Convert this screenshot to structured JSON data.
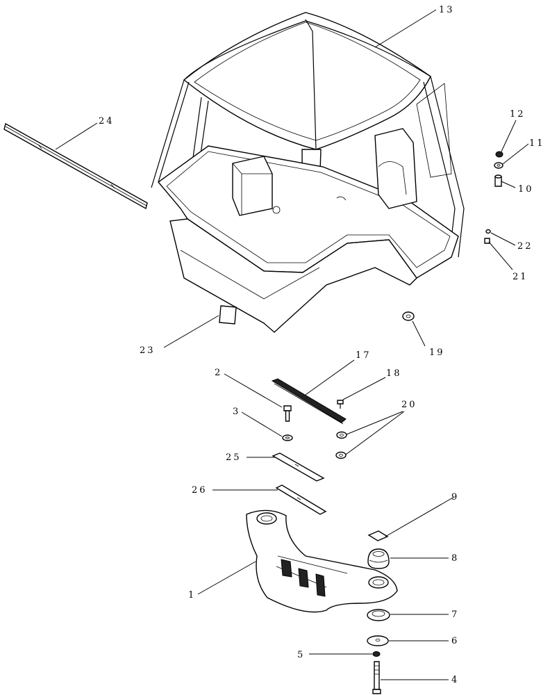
{
  "callouts": [
    {
      "id": "1",
      "text": "1"
    },
    {
      "id": "2",
      "text": "2"
    },
    {
      "id": "3",
      "text": "3"
    },
    {
      "id": "4",
      "text": "4"
    },
    {
      "id": "5",
      "text": "5"
    },
    {
      "id": "6",
      "text": "6"
    },
    {
      "id": "7",
      "text": "7"
    },
    {
      "id": "8",
      "text": "8"
    },
    {
      "id": "9",
      "text": "9"
    },
    {
      "id": "10",
      "text": "10"
    },
    {
      "id": "11",
      "text": "11"
    },
    {
      "id": "12",
      "text": "12"
    },
    {
      "id": "13",
      "text": "13"
    },
    {
      "id": "17",
      "text": "17"
    },
    {
      "id": "18",
      "text": "18"
    },
    {
      "id": "19",
      "text": "19"
    },
    {
      "id": "20",
      "text": "20"
    },
    {
      "id": "21",
      "text": "21"
    },
    {
      "id": "22",
      "text": "22"
    },
    {
      "id": "23",
      "text": "23"
    },
    {
      "id": "24",
      "text": "24"
    },
    {
      "id": "25",
      "text": "25"
    },
    {
      "id": "26",
      "text": "26"
    }
  ]
}
